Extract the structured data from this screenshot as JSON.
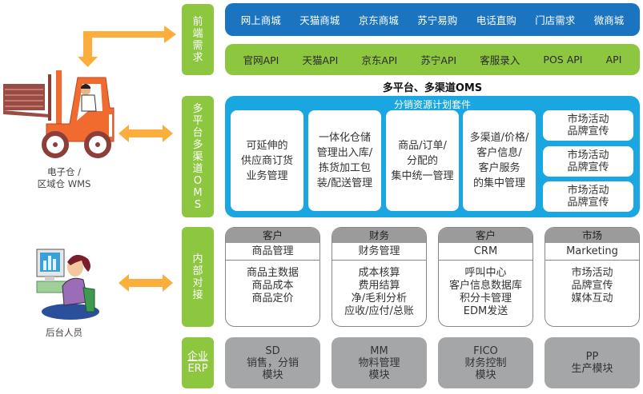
{
  "side_labels": {
    "frontend": "前端需求",
    "oms": "多平台多渠道OMS",
    "internal": "内部对接",
    "erp_line1": "企业",
    "erp_line2": "ERP"
  },
  "frontend": {
    "channels": [
      "网上商城",
      "天猫商城",
      "京东商城",
      "苏宁易购",
      "电话直购",
      "门店需求",
      "微商城"
    ],
    "apis": [
      "官网API",
      "天猫API",
      "京东API",
      "苏宁API",
      "客服录入",
      "POS API",
      "API"
    ]
  },
  "oms": {
    "title": "多平台、多渠道OMS",
    "suite_title": "分销资源计划套件",
    "cards": [
      [
        "可延伸的",
        "供应商订货",
        "业务管理"
      ],
      [
        "一体化仓储",
        "管理出入库/",
        "拣货加工包",
        "装/配送管理"
      ],
      [
        "商品/订单/",
        "分配的",
        "集中统一管理"
      ],
      [
        "多渠道/价格/",
        "客户信息/",
        "客户服务",
        "的集中管理"
      ]
    ],
    "small_cards": [
      [
        "市场活动",
        "品牌宣传"
      ],
      [
        "市场活动",
        "品牌宣传"
      ],
      [
        "市场活动",
        "品牌宣传"
      ]
    ]
  },
  "internal": {
    "cards": [
      {
        "header": "客户",
        "sub": "商品管理",
        "items": [
          "商品主数据",
          "商品成本",
          "商品定价"
        ]
      },
      {
        "header": "财务",
        "sub": "财务管理",
        "items": [
          "成本核算",
          "费用结算",
          "净/毛利分析",
          "应收/应付/总账"
        ]
      },
      {
        "header": "客户",
        "sub": "CRM",
        "items": [
          "呼叫中心",
          "客户信息数据库",
          "积分卡管理",
          "EDM发送"
        ]
      },
      {
        "header": "市场",
        "sub": "Marketing",
        "items": [
          "市场活动",
          "品牌宣传",
          "媒体互动"
        ]
      }
    ]
  },
  "erp": {
    "modules": [
      [
        "SD",
        "销售，分销",
        "模块"
      ],
      [
        "MM",
        "物料管理",
        "模块"
      ],
      [
        "FICO",
        "财务控制",
        "模块"
      ],
      [
        "PP",
        "生产模块"
      ]
    ]
  },
  "actors": {
    "warehouse_line1": "电子仓 /",
    "warehouse_line2": "区域仓 WMS",
    "backoffice": "后台人员"
  },
  "colors": {
    "green": "#8dc63f",
    "dark_blue": "#1b74c0",
    "light_blue": "#1aa6e0",
    "arrow_orange": "#fbae3c",
    "gray": "#a5a6a8"
  }
}
